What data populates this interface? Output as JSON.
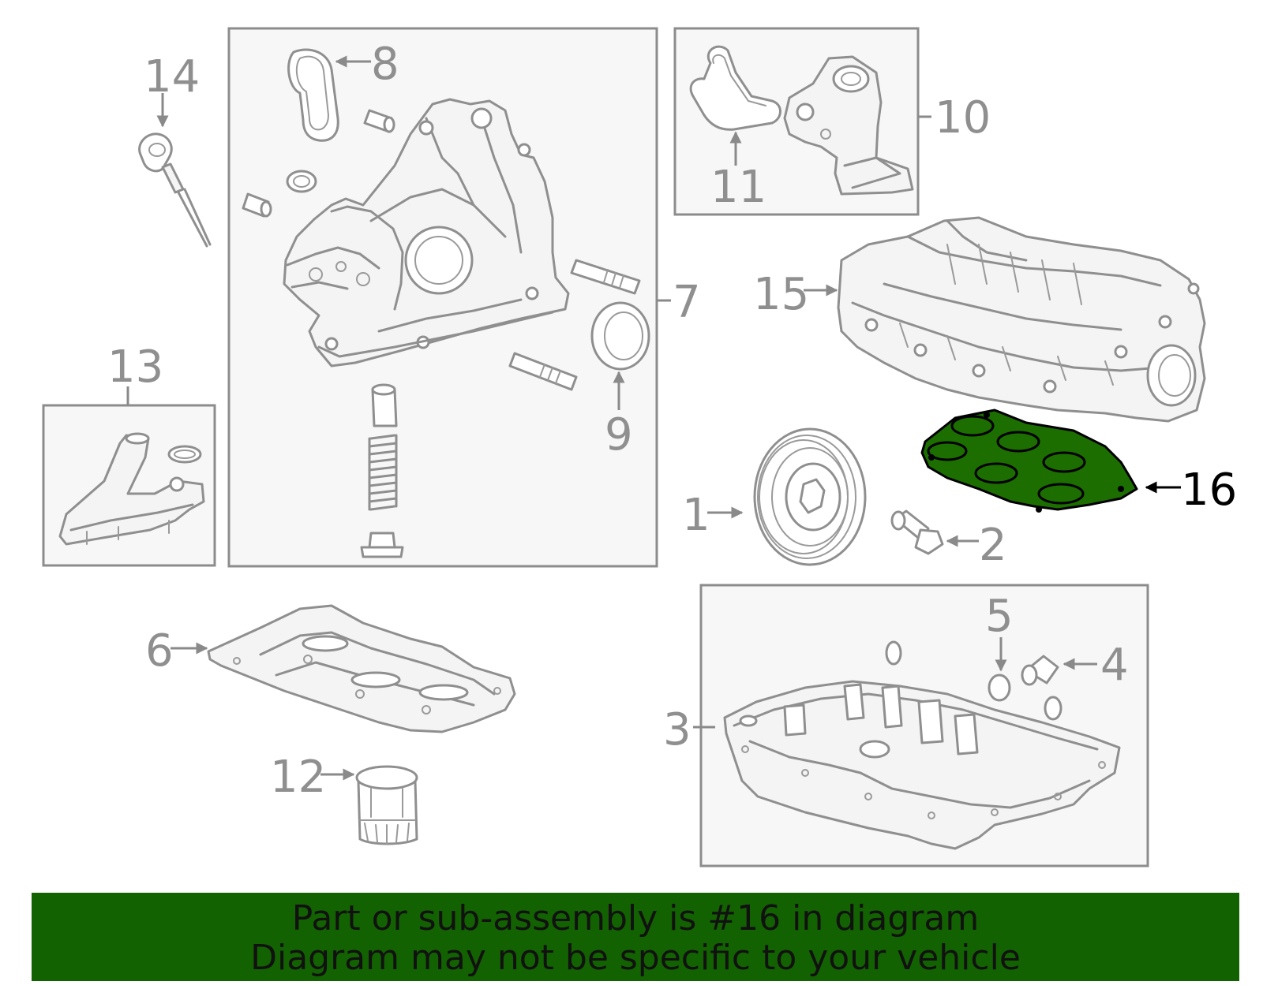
{
  "callouts": {
    "c1": "1",
    "c2": "2",
    "c3": "3",
    "c4": "4",
    "c5": "5",
    "c6": "6",
    "c7": "7",
    "c8": "8",
    "c9": "9",
    "c10": "10",
    "c11": "11",
    "c12": "12",
    "c13": "13",
    "c14": "14",
    "c15": "15",
    "c16": "16"
  },
  "highlighted_part": "16",
  "colors": {
    "highlight_fill": "#1c6e00",
    "banner_bg": "#136202",
    "line_gray": "#8f8f8f"
  },
  "banner": {
    "line1": "Part or sub-assembly is #16 in diagram",
    "line2": "Diagram may not be specific to your vehicle"
  }
}
